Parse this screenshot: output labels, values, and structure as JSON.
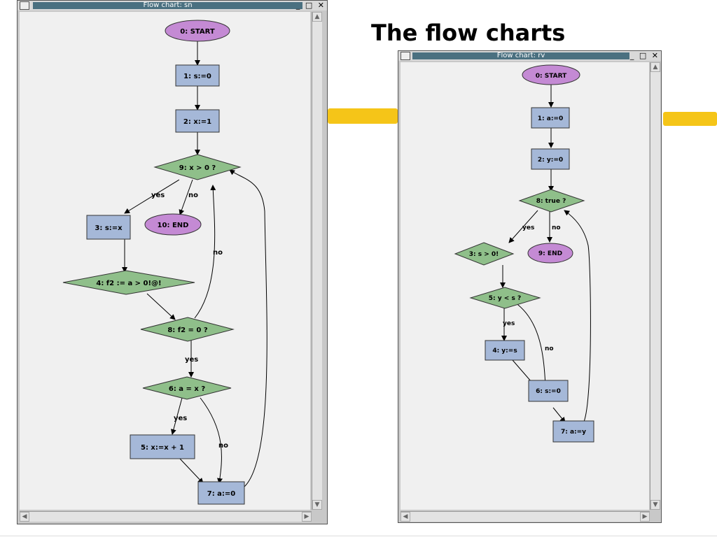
{
  "slide": {
    "title": "The flow charts"
  },
  "left_window": {
    "title": "Flow chart: sn",
    "controls": "_ □ ✕",
    "nodes": [
      {
        "id": "n0",
        "label": "0: START",
        "shape": "ellipse",
        "fill": "#c48ad4"
      },
      {
        "id": "n1",
        "label": "1: s:=0",
        "shape": "rect",
        "fill": "#a5b8d8"
      },
      {
        "id": "n2",
        "label": "2: x:=1",
        "shape": "rect",
        "fill": "#a5b8d8"
      },
      {
        "id": "n9",
        "label": "9: x > 0 ?",
        "shape": "diamond",
        "fill": "#8fbf8a"
      },
      {
        "id": "n3",
        "label": "3: s:=x",
        "shape": "rect",
        "fill": "#a5b8d8"
      },
      {
        "id": "n10",
        "label": "10: END",
        "shape": "ellipse",
        "fill": "#c48ad4"
      },
      {
        "id": "n4",
        "label": "4: f2 := a > 0!@!",
        "shape": "diamond",
        "fill": "#8fbf8a"
      },
      {
        "id": "n8",
        "label": "8: f2 = 0 ?",
        "shape": "diamond",
        "fill": "#8fbf8a"
      },
      {
        "id": "n6",
        "label": "6: a = x ?",
        "shape": "diamond",
        "fill": "#8fbf8a"
      },
      {
        "id": "n5",
        "label": "5: x:=x + 1",
        "shape": "rect",
        "fill": "#a5b8d8"
      },
      {
        "id": "n7",
        "label": "7: a:=0",
        "shape": "rect",
        "fill": "#a5b8d8"
      }
    ],
    "edge_labels": [
      "yes",
      "no",
      "no",
      "yes",
      "yes",
      "no"
    ]
  },
  "right_window": {
    "title": "Flow chart: rv",
    "controls": "_ □ ✕",
    "nodes": [
      {
        "id": "m0",
        "label": "0: START",
        "shape": "ellipse",
        "fill": "#c48ad4"
      },
      {
        "id": "m1",
        "label": "1: a:=0",
        "shape": "rect",
        "fill": "#a5b8d8"
      },
      {
        "id": "m2",
        "label": "2: y:=0",
        "shape": "rect",
        "fill": "#a5b8d8"
      },
      {
        "id": "m8",
        "label": "8: true ?",
        "shape": "diamond",
        "fill": "#8fbf8a"
      },
      {
        "id": "m3",
        "label": "3: s > 0!",
        "shape": "diamond",
        "fill": "#8fbf8a"
      },
      {
        "id": "m9",
        "label": "9: END",
        "shape": "ellipse",
        "fill": "#c48ad4"
      },
      {
        "id": "m5",
        "label": "5: y < s ?",
        "shape": "diamond",
        "fill": "#8fbf8a"
      },
      {
        "id": "m4",
        "label": "4: y:=s",
        "shape": "rect",
        "fill": "#a5b8d8"
      },
      {
        "id": "m6",
        "label": "6: s:=0",
        "shape": "rect",
        "fill": "#a5b8d8"
      },
      {
        "id": "m7",
        "label": "7: a:=y",
        "shape": "rect",
        "fill": "#a5b8d8"
      }
    ],
    "edge_labels": [
      "yes",
      "no",
      "yes",
      "no"
    ]
  }
}
